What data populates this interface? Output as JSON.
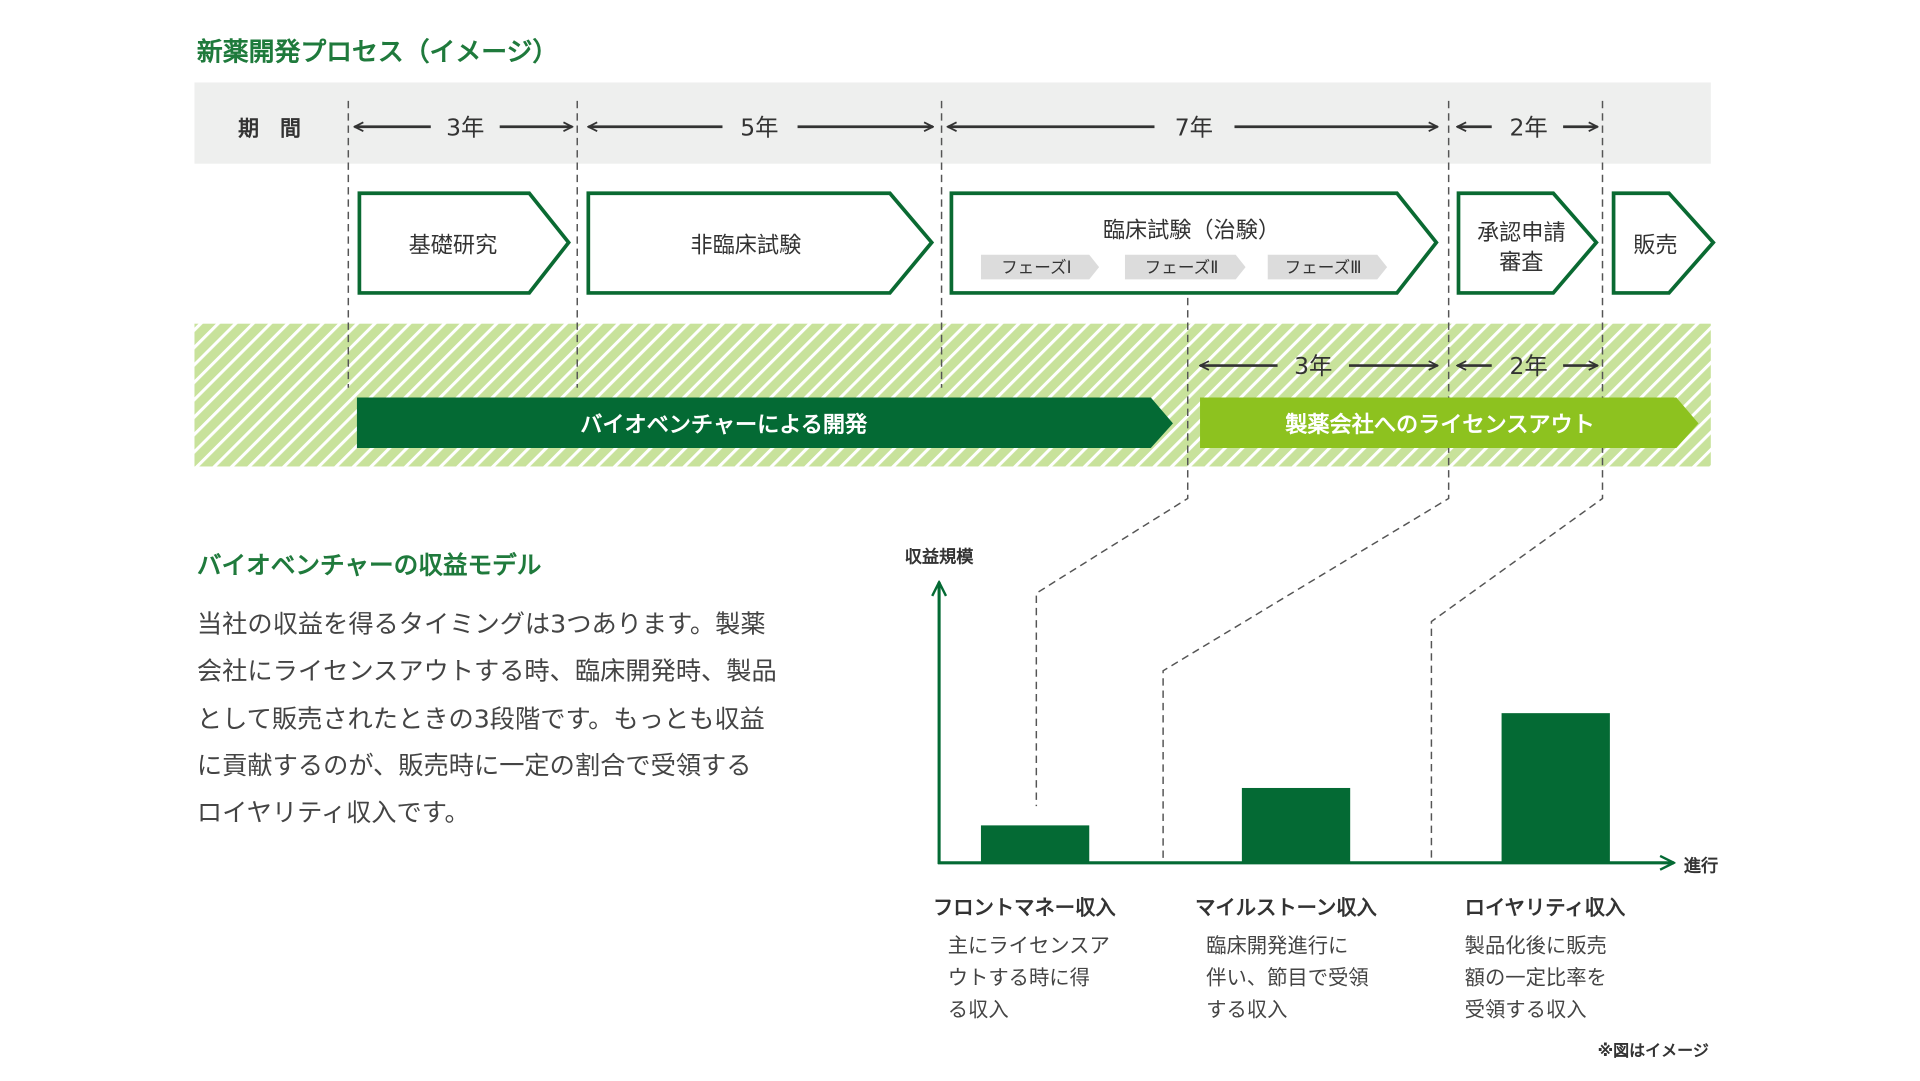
{
  "process": {
    "title": "新薬開発プロセス（イメージ）",
    "period_label": "期　間",
    "durations": [
      "3年",
      "5年",
      "7年",
      "2年"
    ],
    "stages": [
      "基礎研究",
      "非臨床試験",
      "臨床試験（治験）",
      "承認申請",
      "審査",
      "販売"
    ],
    "phases": [
      "フェーズⅠ",
      "フェーズⅡ",
      "フェーズⅢ"
    ],
    "license_durations": [
      "3年",
      "2年"
    ],
    "bars": {
      "venture": "バイオベンチャーによる開発",
      "license": "製薬会社へのライセンスアウト"
    }
  },
  "colors": {
    "dark_green": "#046a34",
    "light_green": "#8dc21f",
    "title_green": "#1f7a3c",
    "band_gray": "#eeefee",
    "hatch": "#c8e29b"
  },
  "model": {
    "title": "バイオベンチャーの収益モデル",
    "paragraph": [
      "当社の収益を得るタイミングは3つあります。製薬",
      "会社にライセンスアウトする時、臨床開発時、製品",
      "として販売されたときの3段階です。もっとも収益",
      "に貢献するのが、販売時に一定の割合で受領する",
      "ロイヤリティ収入です。"
    ]
  },
  "chart_data": {
    "type": "bar",
    "title": "",
    "ylabel": "収益規模",
    "xlabel": "進行",
    "categories": [
      "フロントマネー収入",
      "マイルストーン収入",
      "ロイヤリティ収入"
    ],
    "values": [
      1,
      2,
      4
    ],
    "ylim": [
      0,
      5.5
    ],
    "descriptions": [
      [
        "主にライセンスア",
        "ウトする時に得",
        "る収入"
      ],
      [
        "臨床開発進行に",
        "伴い、節目で受領",
        "する収入"
      ],
      [
        "製品化後に販売",
        "額の一定比率を",
        "受領する収入"
      ]
    ],
    "note": "※図はイメージ"
  }
}
